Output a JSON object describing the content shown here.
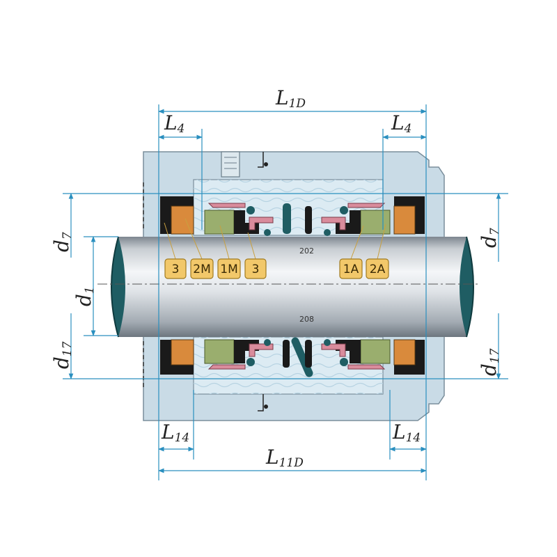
{
  "dimensions": {
    "l1d": {
      "main": "L",
      "sub": "1D"
    },
    "l4_left": {
      "main": "L",
      "sub": "4"
    },
    "l4_right": {
      "main": "L",
      "sub": "4"
    },
    "l14_left": {
      "main": "L",
      "sub": "14"
    },
    "l14_right": {
      "main": "L",
      "sub": "14"
    },
    "l11d": {
      "main": "L",
      "sub": "11D"
    },
    "d7_left": {
      "main": "d",
      "sub": "7"
    },
    "d7_right": {
      "main": "d",
      "sub": "7"
    },
    "d1": {
      "main": "d",
      "sub": "1"
    },
    "d17_left": {
      "main": "d",
      "sub": "17"
    },
    "d17_right": {
      "main": "d",
      "sub": "17"
    }
  },
  "part_tags": [
    "3",
    "2M",
    "1M",
    "3",
    "1A",
    "2A"
  ],
  "shaft_labels": {
    "top": "202",
    "bottom": "208"
  },
  "colors": {
    "housing": "#c9dbe6",
    "chamber": "#dcebf3",
    "shaft_light": "#f2f4f6",
    "shaft_dark": "#8d969f",
    "seat_orange": "#d98a3c",
    "face_olive": "#9aae6e",
    "oring": "#1f5d63",
    "gasket": "#1a1a1a",
    "spring_pink": "#d98c9c",
    "tag_fill": "#f2c86a",
    "line": "#2a8fbf"
  }
}
